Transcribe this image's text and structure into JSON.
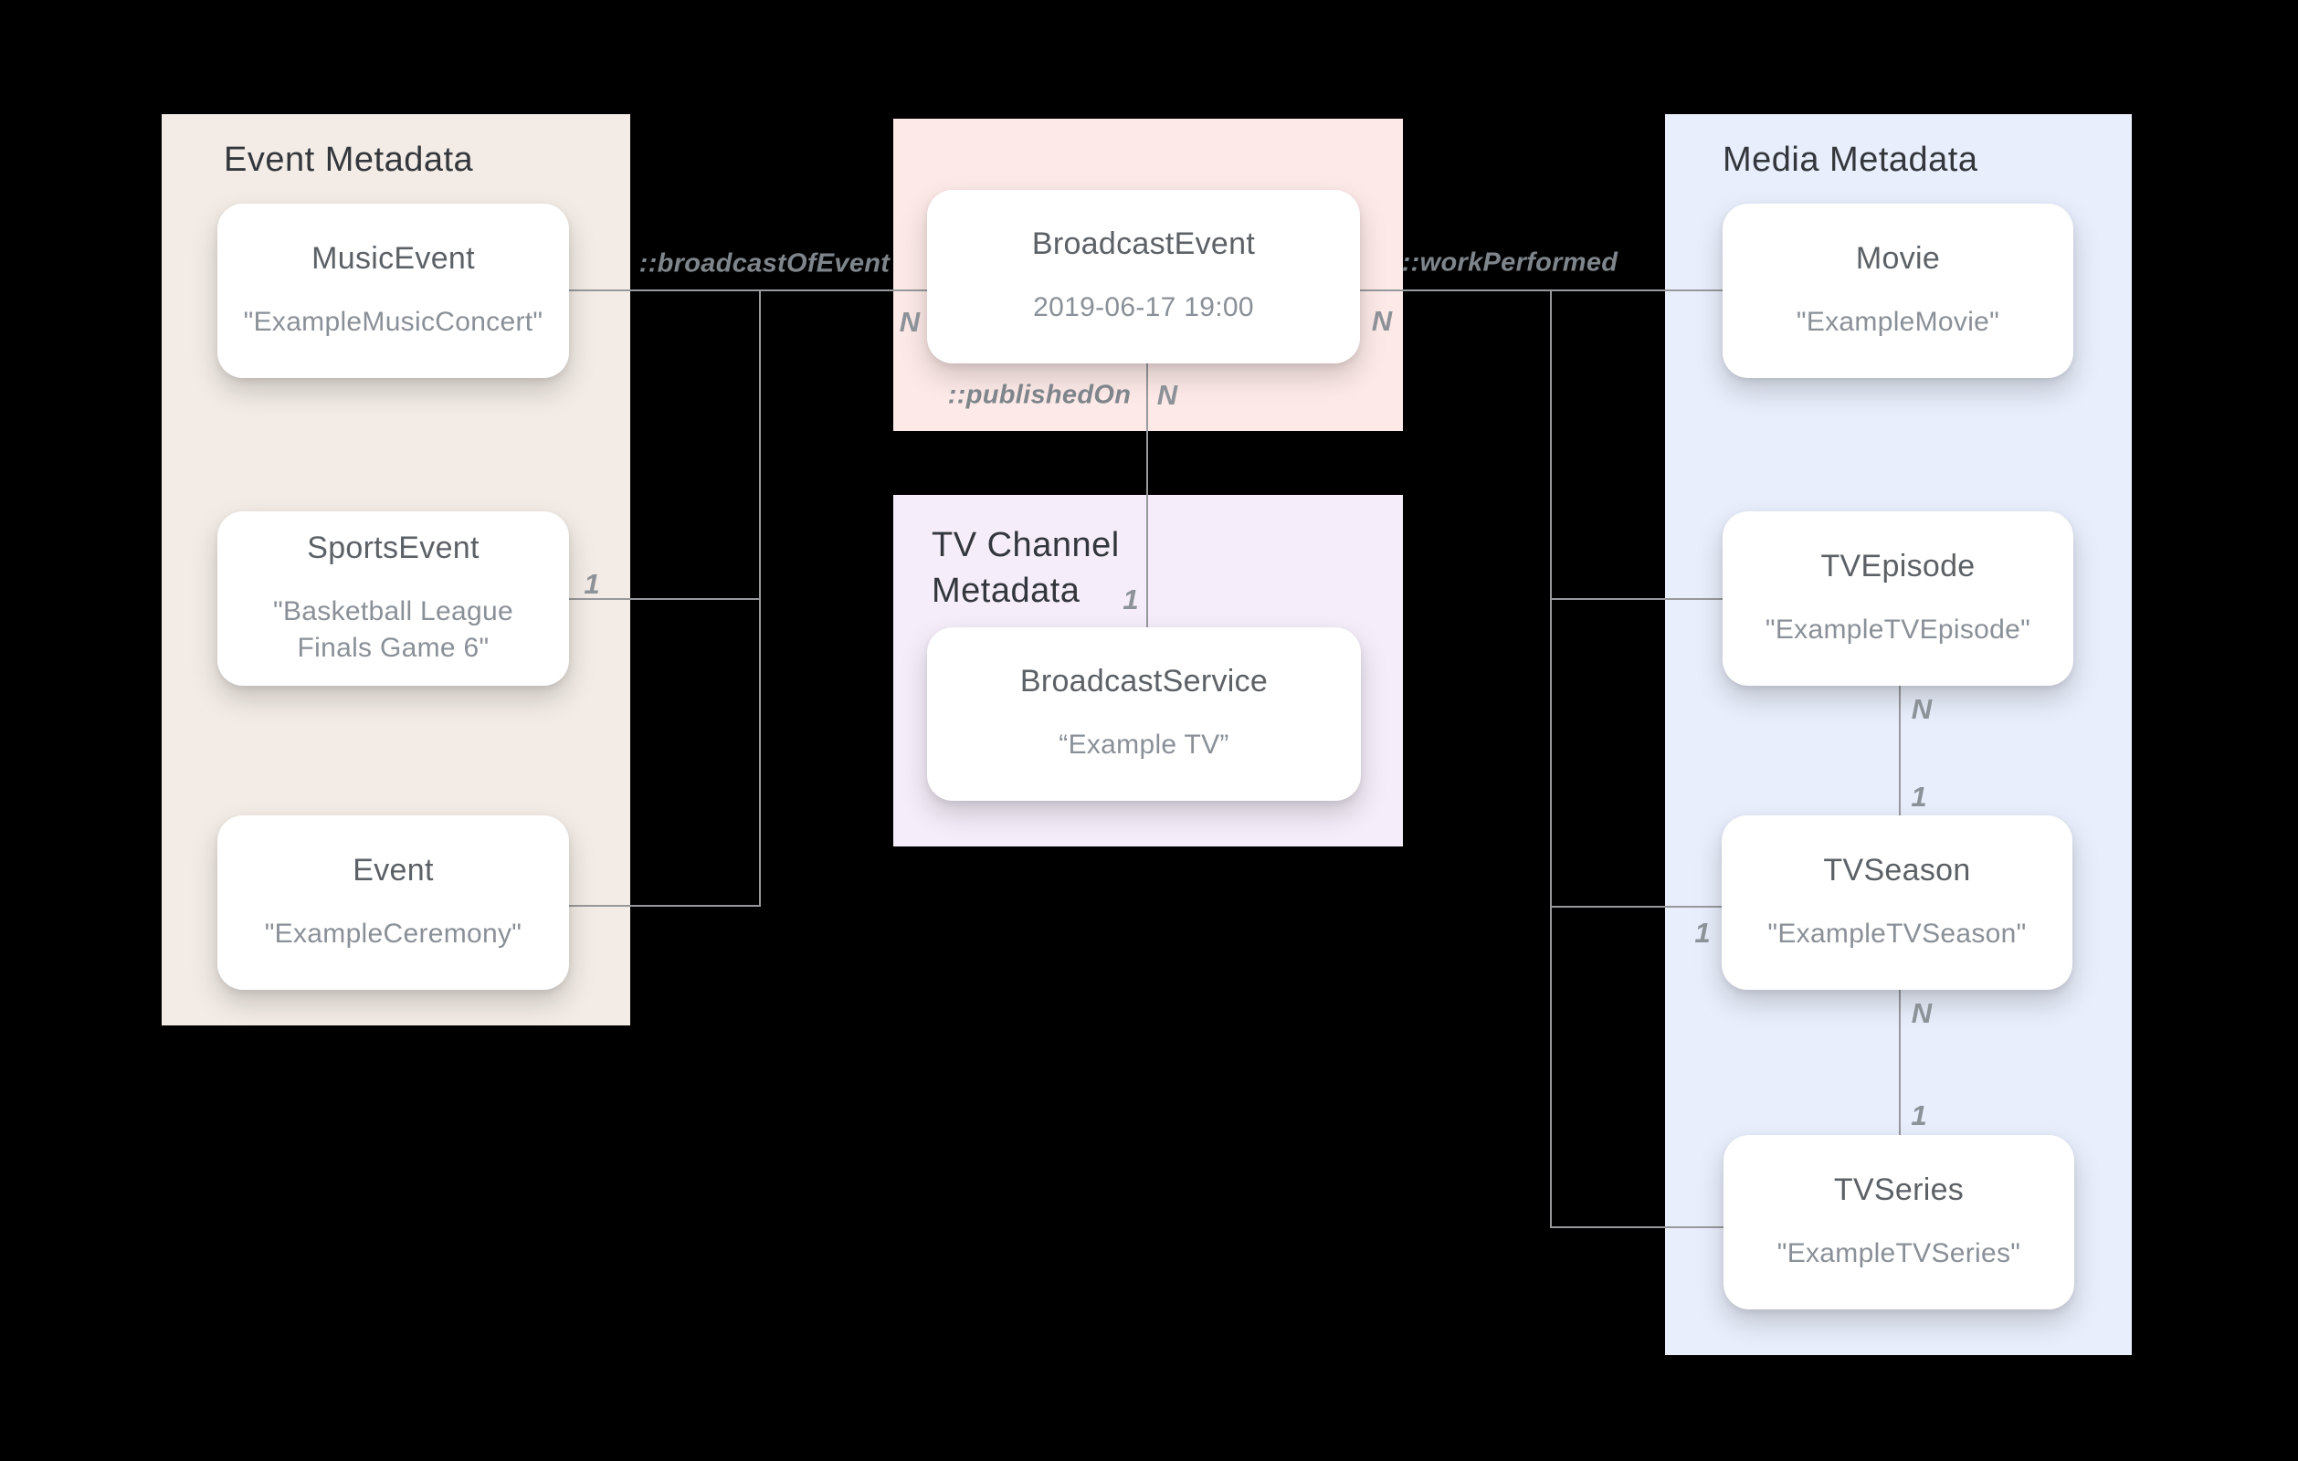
{
  "diagram": {
    "description": "Entity relationship diagram linking Event Metadata, BroadcastEvent, TV Channel Metadata and Media Metadata"
  },
  "panels": {
    "event": {
      "title": "Event Metadata"
    },
    "tv_channel": {
      "title": "TV Channel Metadata"
    },
    "media": {
      "title": "Media Metadata"
    }
  },
  "nodes": {
    "music_event": {
      "type": "MusicEvent",
      "value": "\"ExampleMusicConcert\""
    },
    "sports_event": {
      "type": "SportsEvent",
      "value": "\"Basketball League Finals Game 6\""
    },
    "event": {
      "type": "Event",
      "value": "\"ExampleCeremony\""
    },
    "broadcast_event": {
      "type": "BroadcastEvent",
      "value": "2019-06-17 19:00"
    },
    "broadcast_service": {
      "type": "BroadcastService",
      "value": "“Example TV”"
    },
    "movie": {
      "type": "Movie",
      "value": "\"ExampleMovie\""
    },
    "tv_episode": {
      "type": "TVEpisode",
      "value": "\"ExampleTVEpisode\""
    },
    "tv_season": {
      "type": "TVSeason",
      "value": "\"ExampleTVSeason\""
    },
    "tv_series": {
      "type": "TVSeries",
      "value": "\"ExampleTVSeries\""
    }
  },
  "relations": {
    "broadcast_of_event": "::broadcastOfEvent",
    "work_performed": "::workPerformed",
    "published_on": "::publishedOn"
  },
  "cardinalities": {
    "broadcast_event_left_n": "N",
    "broadcast_event_right_n": "N",
    "published_on_n": "N",
    "broadcast_service_1": "1",
    "sports_event_1": "1",
    "season_left_1": "1",
    "episode_season_n": "N",
    "episode_season_1": "1",
    "season_series_n": "N",
    "season_series_1": "1"
  },
  "colors": {
    "background": "#000000",
    "event_panel_bg": "#f3ece6",
    "broadcast_panel_bg": "#fdeae8",
    "tv_channel_panel_bg": "#f5eefa",
    "media_panel_bg": "#e8eefb",
    "card_bg": "#ffffff",
    "panel_title_text": "#33373c",
    "node_type_text": "#5c6166",
    "node_value_text": "#8a9097",
    "connector_line": "#97999c",
    "relation_label_text": "#7e858b"
  }
}
